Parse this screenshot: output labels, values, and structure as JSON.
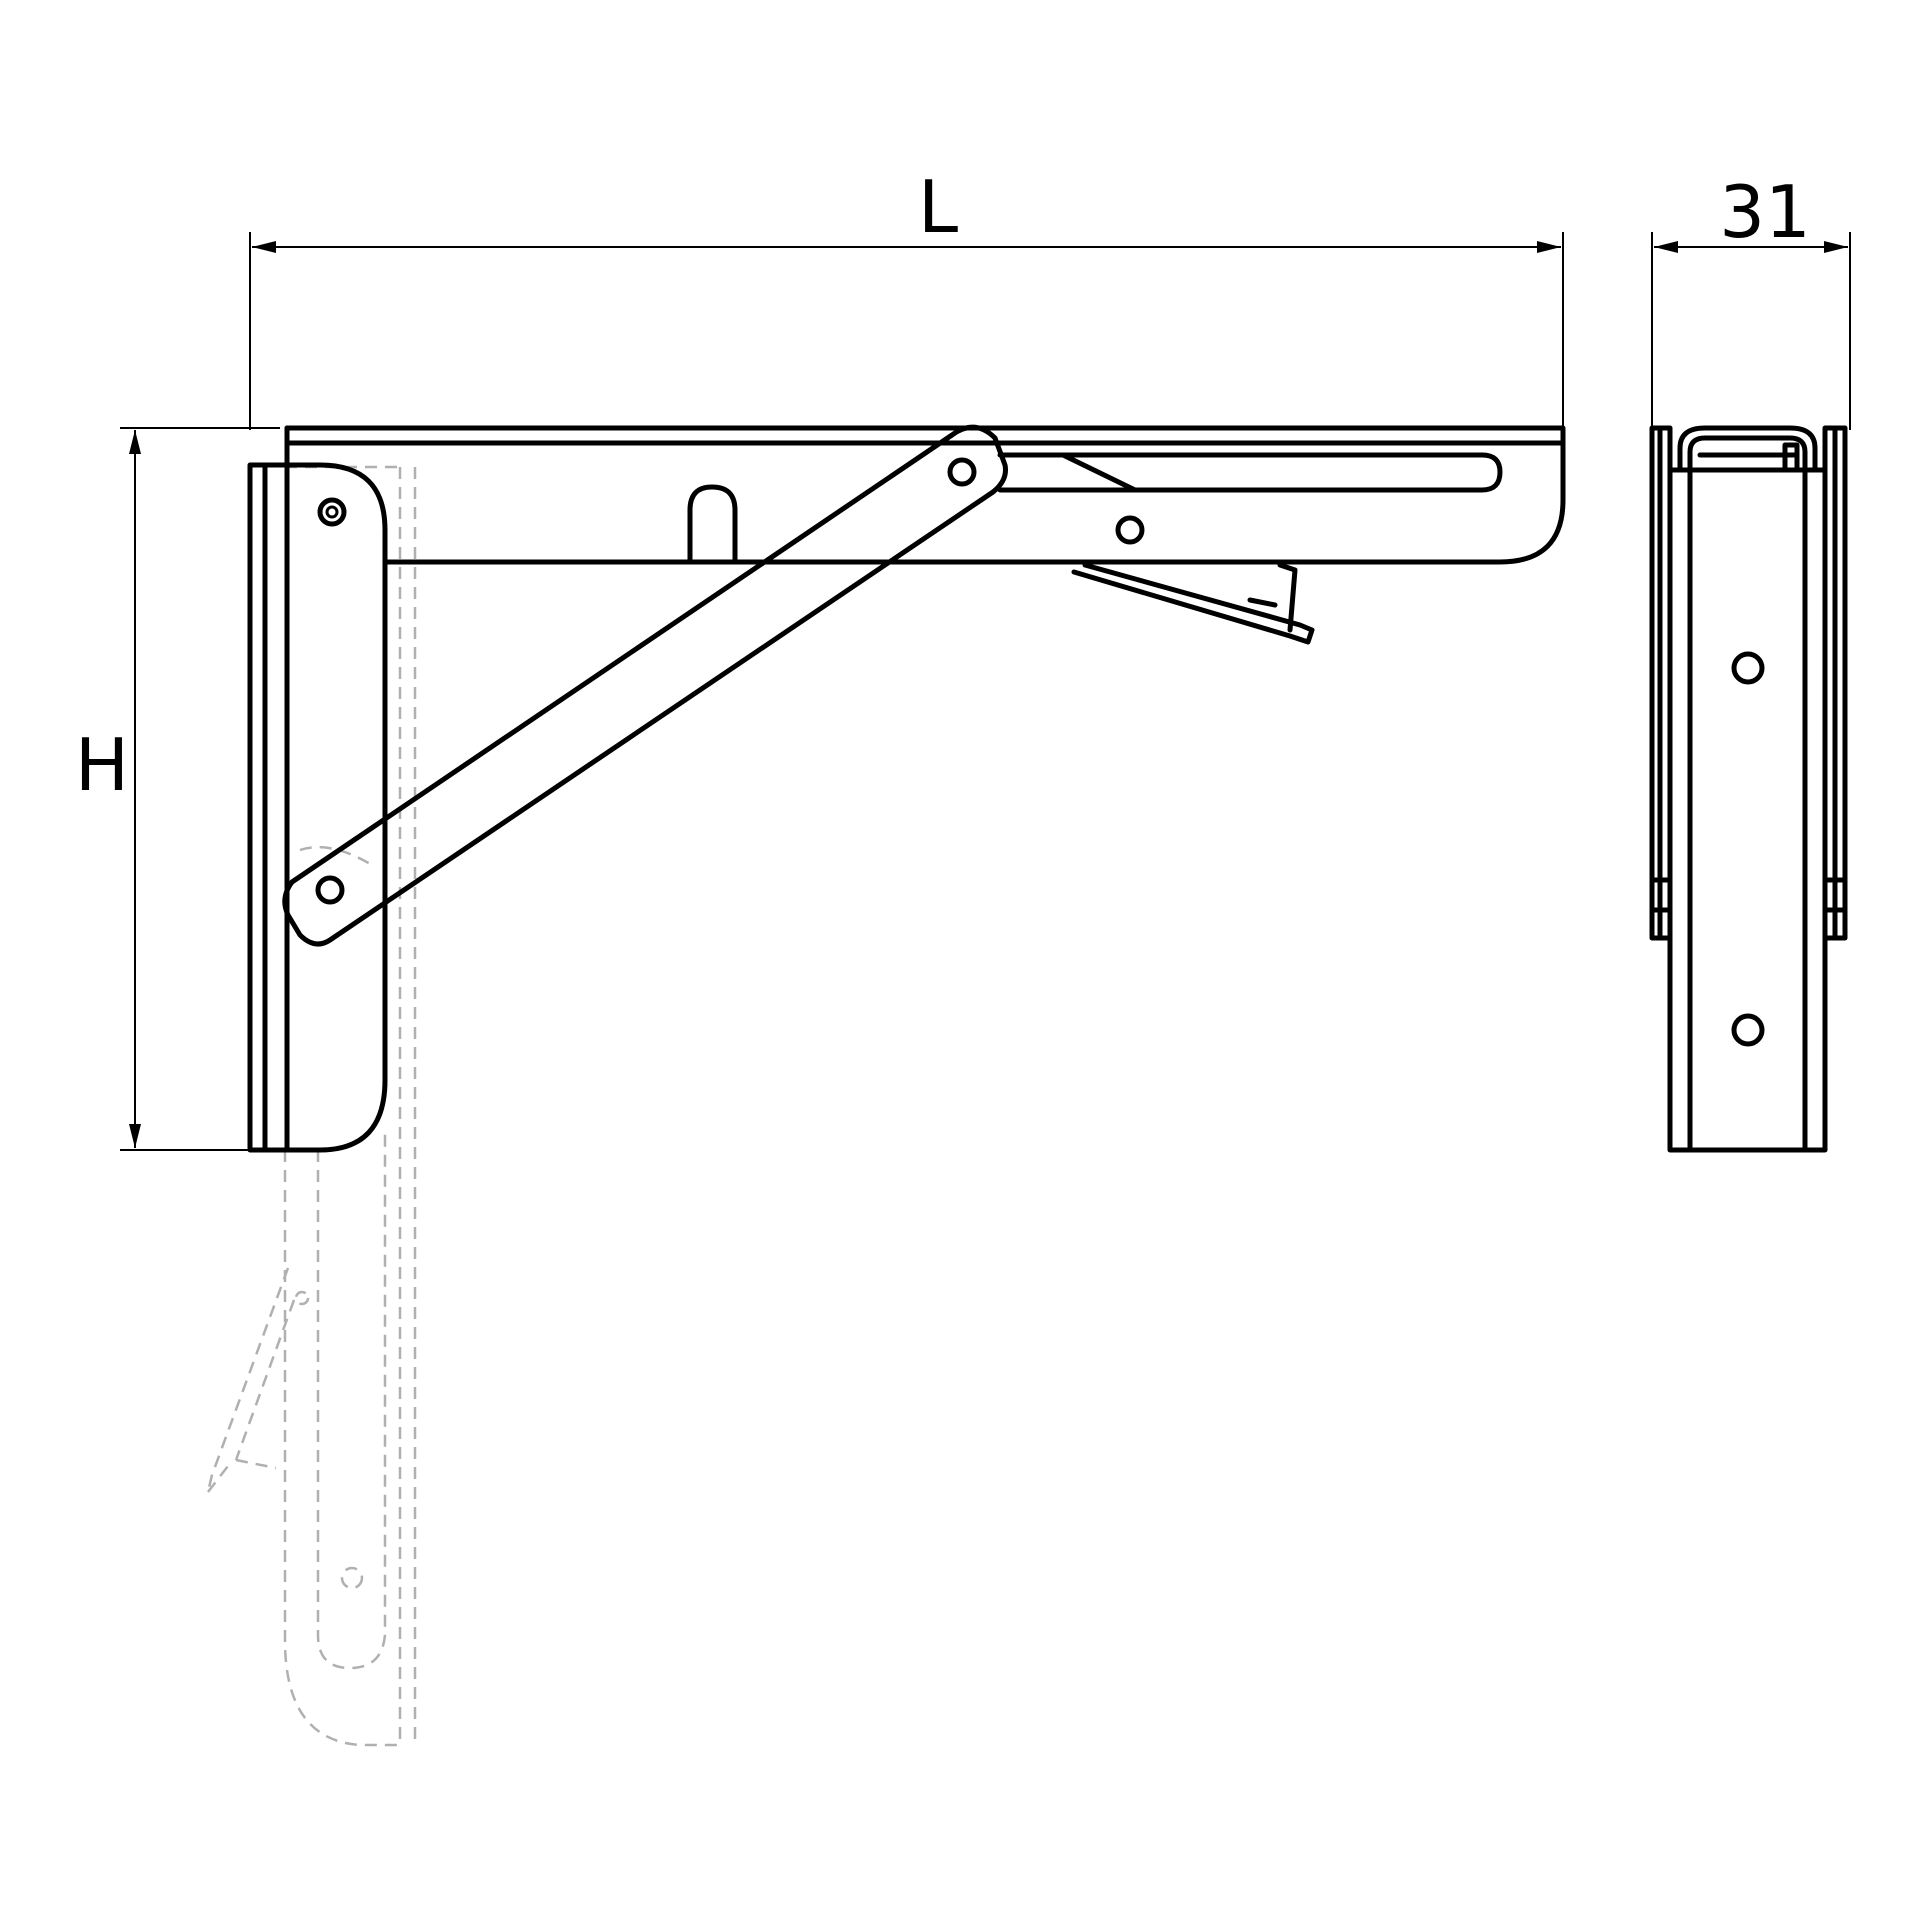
{
  "dimensions": {
    "length_label": "L",
    "height_label": "H",
    "width_label": "31"
  }
}
